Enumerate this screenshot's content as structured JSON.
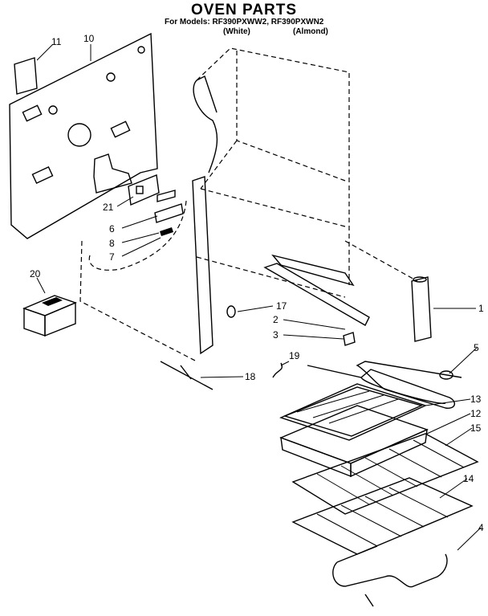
{
  "header": {
    "title": "OVEN PARTS",
    "subtitle": "For Models: RF390PXWW2, RF390PXWN2",
    "variant_white": "(White)",
    "variant_almond": "(Almond)"
  },
  "callouts": [
    {
      "id": "c11",
      "label": "11"
    },
    {
      "id": "c10",
      "label": "10"
    },
    {
      "id": "c21",
      "label": "21"
    },
    {
      "id": "c6",
      "label": "6"
    },
    {
      "id": "c8",
      "label": "8"
    },
    {
      "id": "c7",
      "label": "7"
    },
    {
      "id": "c20",
      "label": "20"
    },
    {
      "id": "c17",
      "label": "17"
    },
    {
      "id": "c2",
      "label": "2"
    },
    {
      "id": "c3",
      "label": "3"
    },
    {
      "id": "c1",
      "label": "1"
    },
    {
      "id": "c5",
      "label": "5"
    },
    {
      "id": "c19",
      "label": "19"
    },
    {
      "id": "c18",
      "label": "18"
    },
    {
      "id": "c13",
      "label": "13"
    },
    {
      "id": "c12",
      "label": "12"
    },
    {
      "id": "c15",
      "label": "15"
    },
    {
      "id": "c14",
      "label": "14"
    },
    {
      "id": "c4",
      "label": "4"
    }
  ]
}
